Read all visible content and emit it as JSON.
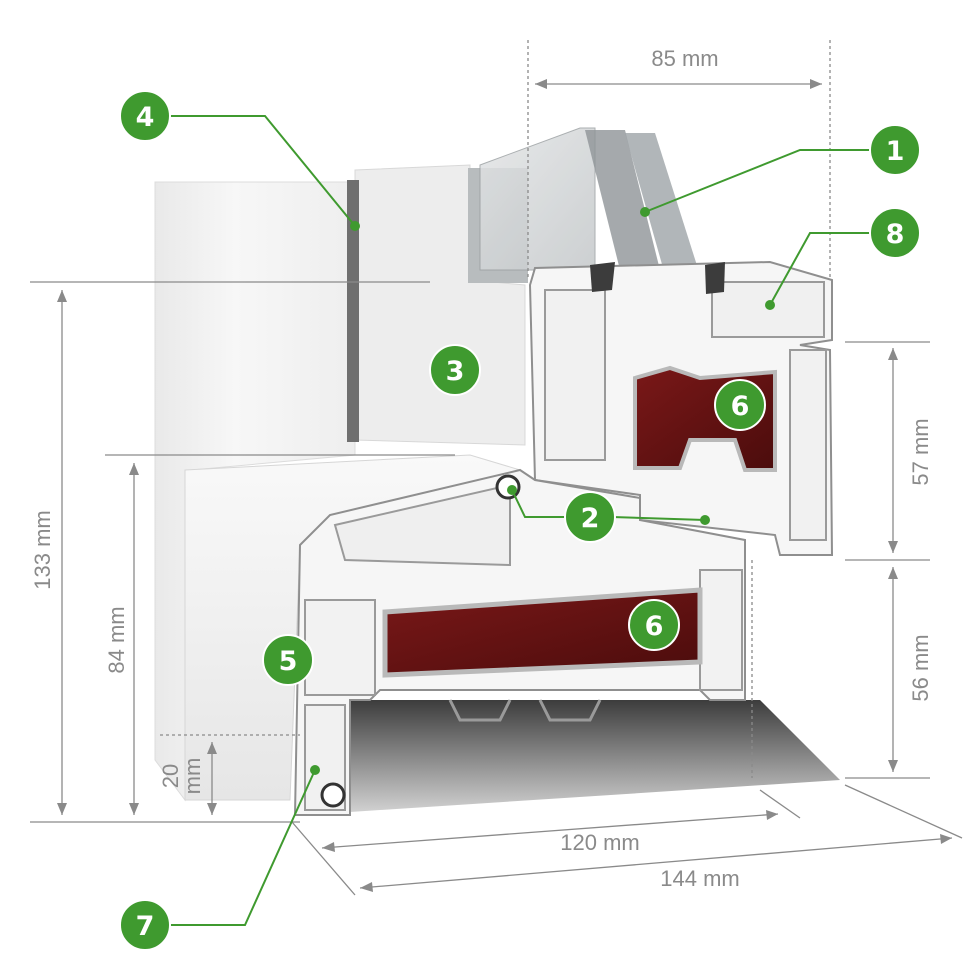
{
  "dimensions": {
    "top_width": "85 mm",
    "total_height": "133 mm",
    "frame_height": "84 mm",
    "sash_height": "57 mm",
    "frame_lower_height": "56 mm",
    "rebate_height_line1": "20",
    "rebate_height_line2": "mm",
    "frame_depth": "120 mm",
    "total_depth": "144 mm"
  },
  "callouts": [
    {
      "number": "1"
    },
    {
      "number": "2"
    },
    {
      "number": "3"
    },
    {
      "number": "4"
    },
    {
      "number": "5"
    },
    {
      "number": "6"
    },
    {
      "number": "6"
    },
    {
      "number": "7"
    },
    {
      "number": "8"
    }
  ],
  "colors": {
    "badge_green": "#3f9a2f",
    "leader_green": "#3f9a2f",
    "dimension_gray": "#8a8a8a",
    "reinforcement_red": "#6b1414",
    "profile_white": "#f4f4f4"
  }
}
